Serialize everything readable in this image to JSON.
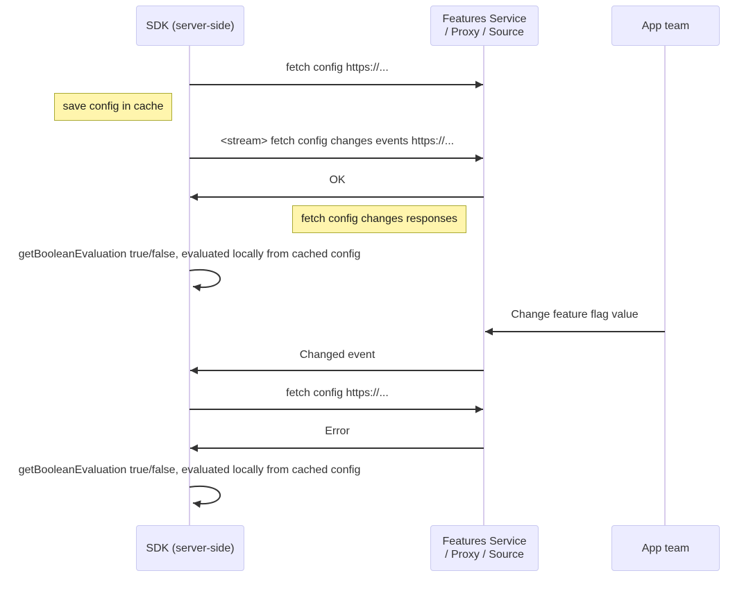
{
  "diagram": {
    "type": "sequence-diagram",
    "colors": {
      "actor_fill": "#ECECFF",
      "actor_border": "#C9C9F0",
      "lifeline": "#D8CCEC",
      "note_fill": "#FFF5AD",
      "note_border": "#AAAA33",
      "arrow": "#333333",
      "text": "#333333",
      "background": "#FFFFFF"
    },
    "participants": [
      {
        "id": "sdk",
        "label": "SDK (server-side)"
      },
      {
        "id": "features",
        "lines": [
          "Features Service",
          "/ Proxy / Source"
        ]
      },
      {
        "id": "app",
        "label": "App team"
      }
    ],
    "events": [
      {
        "kind": "message",
        "from": "sdk",
        "to": "features",
        "label": "fetch config https://..."
      },
      {
        "kind": "note",
        "position": "left of sdk",
        "label": "save config in cache"
      },
      {
        "kind": "message",
        "from": "sdk",
        "to": "features",
        "label": "<stream> fetch config changes events https://..."
      },
      {
        "kind": "message",
        "from": "features",
        "to": "sdk",
        "label": "OK"
      },
      {
        "kind": "note",
        "position": "left of features",
        "label": "fetch config changes responses"
      },
      {
        "kind": "self",
        "on": "sdk",
        "label": "getBooleanEvaluation true/false, evaluated locally from cached config"
      },
      {
        "kind": "message",
        "from": "app",
        "to": "features",
        "label": "Change feature flag value"
      },
      {
        "kind": "message",
        "from": "features",
        "to": "sdk",
        "label": "Changed event"
      },
      {
        "kind": "message",
        "from": "sdk",
        "to": "features",
        "label": "fetch config https://..."
      },
      {
        "kind": "message",
        "from": "features",
        "to": "sdk",
        "label": "Error"
      },
      {
        "kind": "self",
        "on": "sdk",
        "label": "getBooleanEvaluation true/false, evaluated locally from cached config"
      }
    ]
  }
}
